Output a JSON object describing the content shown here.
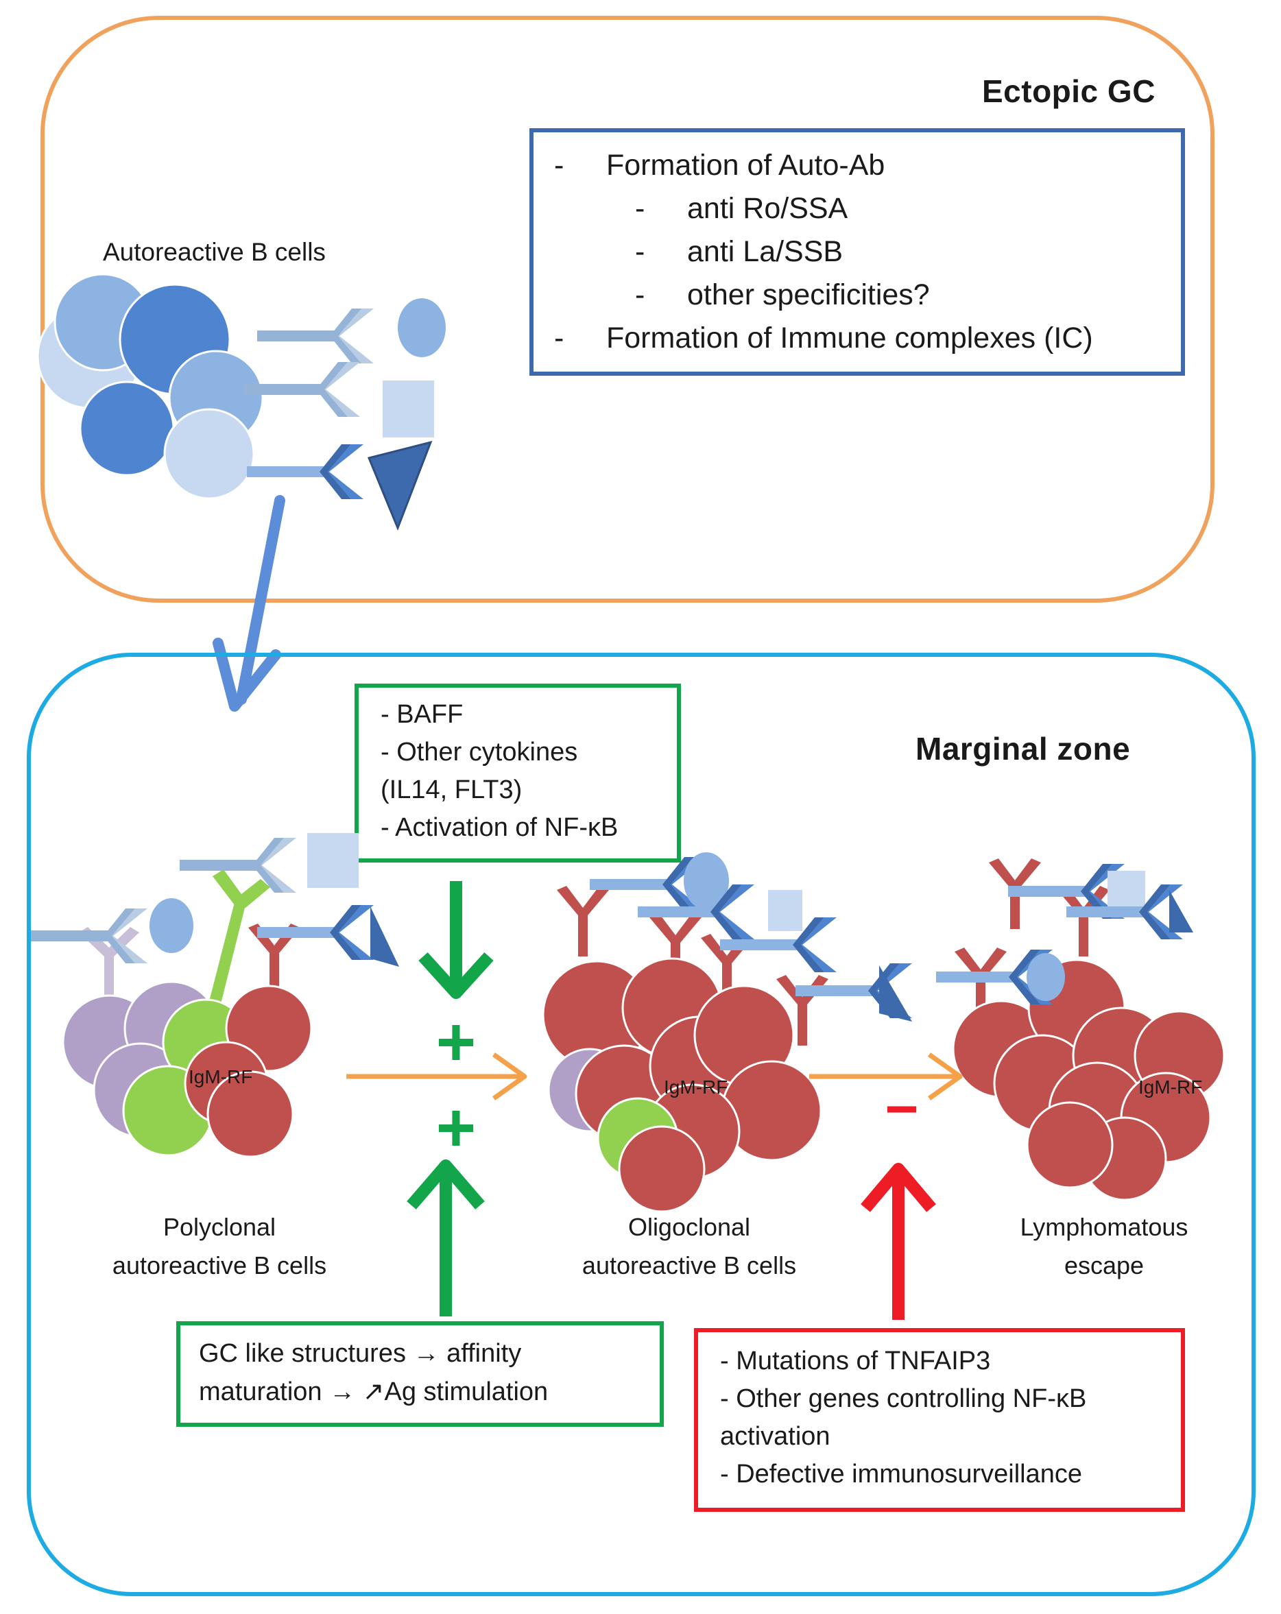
{
  "colors": {
    "ectopic_border": "#f0a25c",
    "marginal_border": "#1cabe2",
    "ab_box_border": "#3d6aad",
    "green": "#13a54a",
    "red": "#ee1c24",
    "orange_arrow": "#f5a14a",
    "blue_arrow": "#5b8dd9",
    "igm_cell": "#c0504d",
    "lilac_cell": "#b0a0c8",
    "green_cell": "#92d050",
    "blue_dark": "#4f85d0",
    "blue_mid": "#8db3e2",
    "blue_light": "#c6d9f1"
  },
  "ectopic": {
    "title": "Ectopic GC",
    "cells_label": "Autoreactive B cells",
    "autoab": [
      {
        "bullet": "-",
        "text": "Formation of Auto-Ab",
        "level": 0
      },
      {
        "bullet": "-",
        "text": "anti Ro/SSA",
        "level": 1
      },
      {
        "bullet": "-",
        "text": "anti La/SSB",
        "level": 1
      },
      {
        "bullet": "-",
        "text": "other specificities?",
        "level": 1
      },
      {
        "bullet": "-",
        "text": "Formation of Immune complexes (IC)",
        "level": 0
      }
    ]
  },
  "marginal": {
    "title": "Marginal zone",
    "cytokines": [
      "- BAFF",
      "- Other cytokines",
      "(IL14, FLT3)",
      "- Activation of NF-ĸB"
    ],
    "gc_structures": [
      "GC like structures → affinity",
      "maturation → ↗Ag stimulation"
    ],
    "mutations": [
      "- Mutations of TNFAIP3",
      "- Other genes controlling NF-ĸB",
      "activation",
      "- Defective immunosurveillance"
    ],
    "igm_label": "IgM-RF",
    "plus": "+",
    "minus": "−",
    "stages": [
      {
        "line1": "Polyclonal",
        "line2": "autoreactive B cells"
      },
      {
        "line1": "Oligoclonal",
        "line2": "autoreactive B cells"
      },
      {
        "line1": "Lymphomatous",
        "line2": "escape"
      }
    ]
  }
}
